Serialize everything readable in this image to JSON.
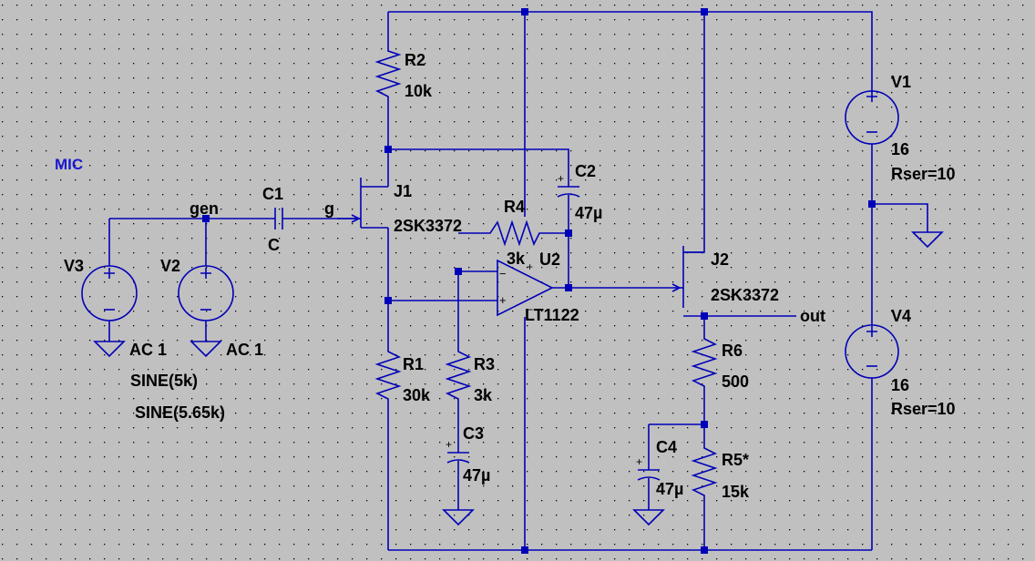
{
  "title_label": "MIC",
  "colors": {
    "background": "#c0c0c0",
    "wire": "#0000b8",
    "text": "#000000",
    "comment": "#1a1ad0",
    "grid_dot": "#000000"
  },
  "nets": {
    "gen": "gen",
    "g": "g",
    "out": "out"
  },
  "components": {
    "R2": {
      "ref": "R2",
      "value": "10k"
    },
    "R4": {
      "ref": "R4",
      "value": "3k"
    },
    "R1": {
      "ref": "R1",
      "value": "30k"
    },
    "R3": {
      "ref": "R3",
      "value": "3k"
    },
    "R6": {
      "ref": "R6",
      "value": "500"
    },
    "R5": {
      "ref": "R5*",
      "value": "15k"
    },
    "C1": {
      "ref": "C1",
      "value": "C"
    },
    "C2": {
      "ref": "C2",
      "value": "47µ"
    },
    "C3": {
      "ref": "C3",
      "value": "47µ"
    },
    "C4": {
      "ref": "C4",
      "value": "47µ"
    },
    "J1": {
      "ref": "J1",
      "value": "2SK3372"
    },
    "J2": {
      "ref": "J2",
      "value": "2SK3372"
    },
    "U2": {
      "ref": "U2",
      "value": "LT1122"
    },
    "V1": {
      "ref": "V1",
      "value": "16",
      "param": "Rser=10"
    },
    "V4": {
      "ref": "V4",
      "value": "16",
      "param": "Rser=10"
    },
    "V2": {
      "ref": "V2",
      "ac": "AC 1",
      "src": "SINE(5.65k)"
    },
    "V3": {
      "ref": "V3",
      "ac": "AC 1",
      "src": "SINE(5k)"
    }
  }
}
